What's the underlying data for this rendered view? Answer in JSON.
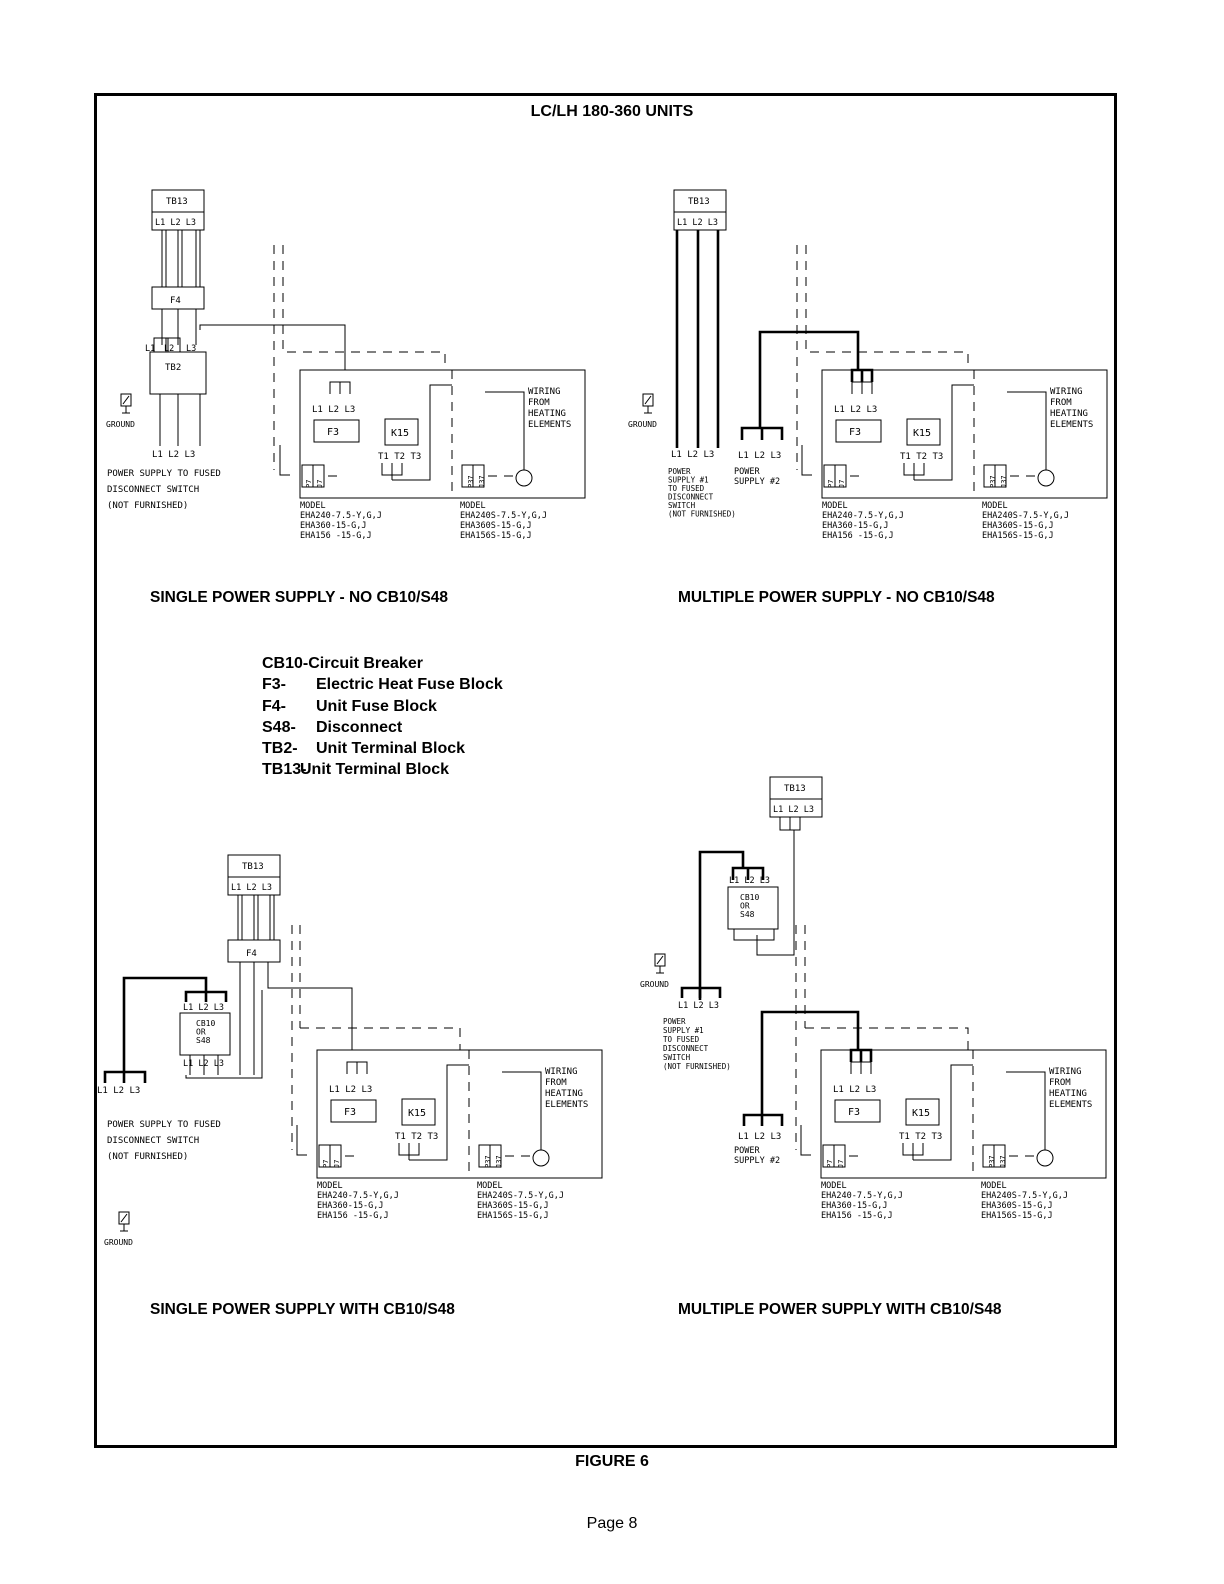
{
  "title": "LC/LH 180-360 UNITS",
  "figure_caption": "FIGURE 6",
  "page_number": "Page 8",
  "legend": [
    {
      "key": "CB10-",
      "text": "Circuit Breaker"
    },
    {
      "key": "F3-",
      "text": "Electric Heat Fuse Block"
    },
    {
      "key": "F4-",
      "text": "Unit Fuse Block"
    },
    {
      "key": "S48-",
      "text": "Disconnect"
    },
    {
      "key": "TB2-",
      "text": "Unit Terminal Block"
    },
    {
      "key": "TB13-",
      "text": "Unit Terminal Block"
    }
  ],
  "captions": {
    "tl": "SINGLE POWER SUPPLY - NO CB10/S48",
    "tr": "MULTIPLE POWER SUPPLY - NO CB10/S48",
    "bl": "SINGLE POWER SUPPLY WITH CB10/S48",
    "br": "MULTIPLE POWER SUPPLY WITH CB10/S48"
  },
  "labels": {
    "tb13": "TB13",
    "l123": "L1 L2 L3",
    "f4": "F4",
    "tb2": "TB2",
    "f3": "F3",
    "k15": "K15",
    "t123": "T1 T2 T3",
    "p7": "P7",
    "j7": "J7",
    "p37": "P37",
    "j37": "J37",
    "ground": "GROUND",
    "cb10_line1": "CB10",
    "cb10_line2": "OR",
    "cb10_line3": "S48",
    "wiring": [
      "WIRING",
      "FROM",
      "HEATING",
      "ELEMENTS"
    ],
    "model_a": [
      "MODEL",
      "EHA240-7.5-Y,G,J",
      "EHA360-15-G,J",
      "EHA156 -15-G,J"
    ],
    "model_b": [
      "MODEL",
      "EHA240S-7.5-Y,G,J",
      "EHA360S-15-G,J",
      "EHA156S-15-G,J"
    ],
    "psu_single": [
      "POWER SUPPLY TO FUSED",
      "DISCONNECT SWITCH",
      "(NOT FURNISHED)"
    ],
    "psu1": [
      "POWER",
      "SUPPLY #1",
      "TO FUSED",
      "DISCONNECT",
      "SWITCH",
      "(NOT FURNISHED)"
    ],
    "psu2": [
      "POWER",
      "SUPPLY #2"
    ]
  }
}
